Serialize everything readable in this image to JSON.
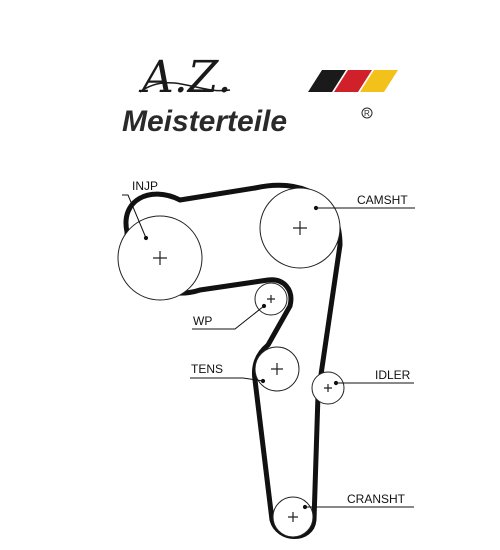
{
  "logo": {
    "script_text": "A.Z.",
    "wordmark": "Meisterteile",
    "registered_mark": "R",
    "stripe_colors": [
      "#1a1a1a",
      "#d0202a",
      "#f2c21b"
    ]
  },
  "diagram": {
    "belt_color": "#111111",
    "labels": {
      "injp": "INJP",
      "camsht": "CAMSHT",
      "wp": "WP",
      "tens": "TENS",
      "idler": "IDLER",
      "cransht": "CRANSHT"
    }
  }
}
